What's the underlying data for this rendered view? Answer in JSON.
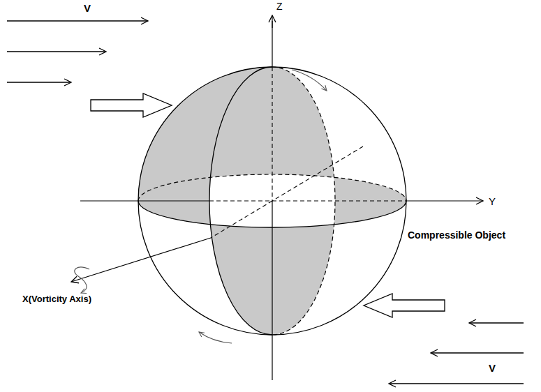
{
  "diagram": {
    "labels": [
      "V",
      "Z",
      "Y",
      "Compressible Object",
      "X(Vorticity Axis)",
      "V"
    ]
  }
}
